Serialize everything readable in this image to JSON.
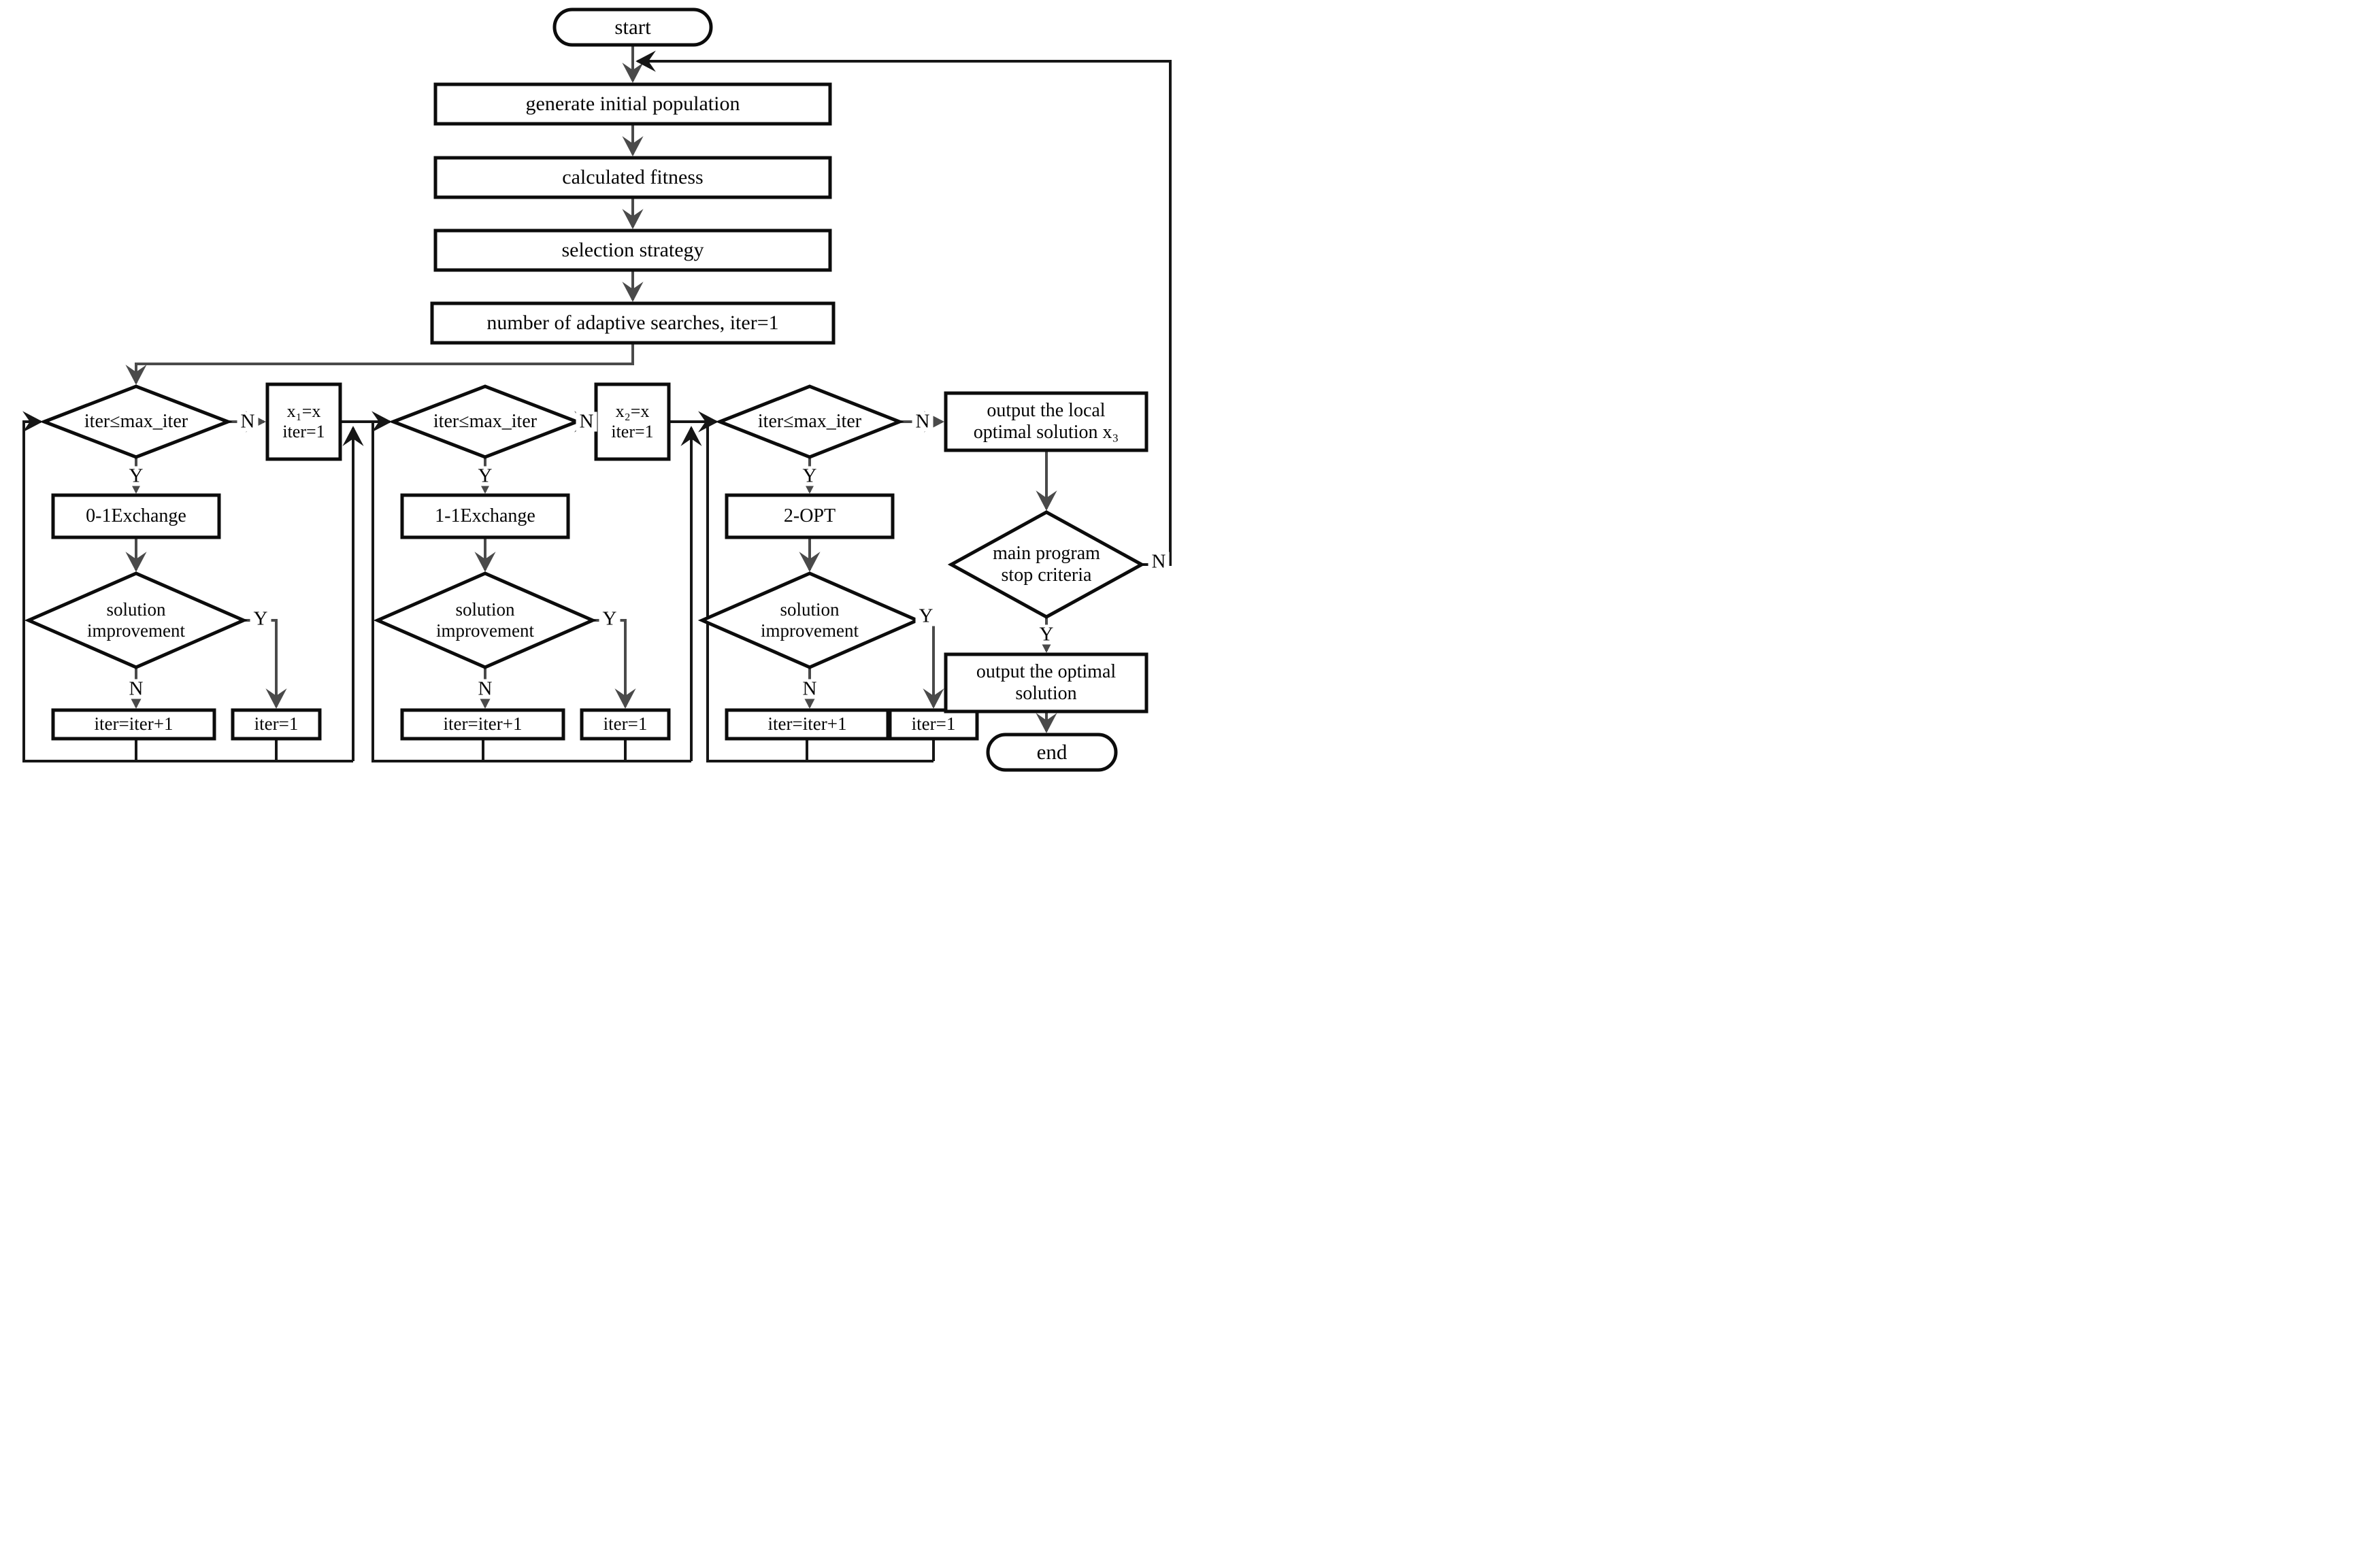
{
  "labels": {
    "yes": "Y",
    "no": "N"
  },
  "nodes": {
    "start": "start",
    "generate": "generate initial population",
    "fitness": "calculated fitness",
    "selection": "selection strategy",
    "adaptive": "number of adaptive searches, iter=1",
    "output_local_1": "output the local",
    "output_local_2": "optimal solution x₃",
    "stop_1": "main program",
    "stop_2": "stop criteria",
    "output_opt_1": "output the optimal",
    "output_opt_2": "solution",
    "end": "end"
  },
  "columns": [
    {
      "decision": "iter≤max_iter",
      "operator": "0-1Exchange",
      "improve_1": "solution",
      "improve_2": "improvement",
      "iter_inc": "iter=iter+1",
      "iter_reset": "iter=1",
      "assign_1": "x₁=x",
      "assign_2": "iter=1"
    },
    {
      "decision": "iter≤max_iter",
      "operator": "1-1Exchange",
      "improve_1": "solution",
      "improve_2": "improvement",
      "iter_inc": "iter=iter+1",
      "iter_reset": "iter=1",
      "assign_1": "x₂=x",
      "assign_2": "iter=1"
    },
    {
      "decision": "iter≤max_iter",
      "operator": "2-OPT",
      "improve_1": "solution",
      "improve_2": "improvement",
      "iter_inc": "iter=iter+1",
      "iter_reset": "iter=1"
    }
  ]
}
